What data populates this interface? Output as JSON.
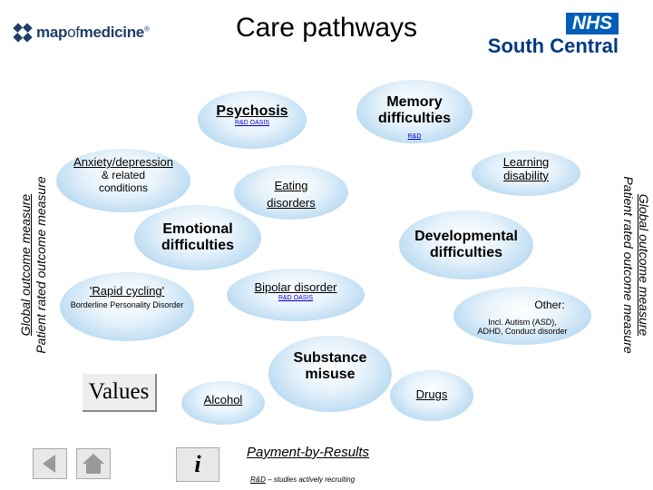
{
  "header": {
    "logo_text_bold": "map",
    "logo_text_light": "of",
    "logo_text_end": "medicine",
    "logo_mark": "®",
    "title": "Care pathways",
    "nhs_badge": "NHS",
    "nhs_region": "South Central"
  },
  "sidebars": {
    "left_line1": "Global outcome measure",
    "left_line2": "Patient rated outcome measure",
    "right_line1": "Global outcome measure",
    "right_line2": "Patient rated outcome measure"
  },
  "nodes": {
    "psychosis": {
      "label": "Psychosis",
      "sub": "R&D OASIS"
    },
    "memory": {
      "label": "Memory difficulties",
      "sub": "R&D"
    },
    "anxiety": {
      "label": "Anxiety/depression",
      "sub": "& related conditions"
    },
    "eating": {
      "label": "Eating disorders"
    },
    "learning": {
      "label": "Learning disability"
    },
    "emotional": {
      "label": "Emotional difficulties"
    },
    "developmental": {
      "label": "Developmental difficulties"
    },
    "rapid": {
      "label": "'Rapid cycling'",
      "sub": "Borderline Personality Disorder"
    },
    "bipolar": {
      "label": "Bipolar disorder",
      "sub": "R&D OASIS"
    },
    "other": {
      "label": "Other:",
      "sub1": "Incl. Autism (ASD),",
      "sub2": "ADHD, Conduct disorder"
    },
    "substance": {
      "label": "Substance misuse"
    },
    "alcohol": {
      "label": "Alcohol"
    },
    "drugs": {
      "label": "Drugs"
    }
  },
  "footer": {
    "values": "Values",
    "info": "i",
    "pbr": "Payment-by-Results",
    "rd_note_link": "R&D",
    "rd_note": " – studies actively recruiting"
  },
  "icons": {
    "back": "back-arrow-icon",
    "home": "home-icon",
    "info": "info-icon"
  }
}
